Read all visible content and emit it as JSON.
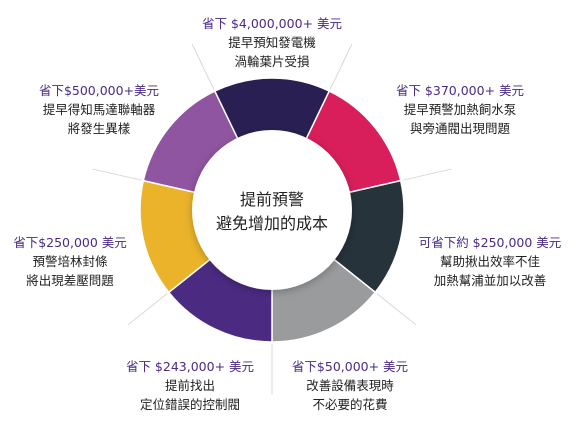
{
  "center": {
    "line1": "提前預警",
    "line2": "避免增加的成本"
  },
  "segments": [
    {
      "id": "turbine",
      "color": "#2a1f52",
      "savings": "省下 $4,000,000+ 美元",
      "desc1": "提早預知發電機",
      "desc2": "渦輪葉片受損"
    },
    {
      "id": "heater-pump",
      "color": "#d81e5b",
      "savings": "省下 $370,000+ 美元",
      "desc1": "提早預警加熱飼水泵",
      "desc2": "與旁通閥出現問題"
    },
    {
      "id": "pump-efficiency",
      "color": "#26333b",
      "savings": "可省下約 $250,000 美元",
      "desc1": "幫助揪出效率不佳",
      "desc2": "加熱幫浦並加以改善"
    },
    {
      "id": "equipment",
      "color": "#9a9b9d",
      "savings": "省下$50,000+ 美元",
      "desc1": "改善設備表現時",
      "desc2": "不必要的花費"
    },
    {
      "id": "control-valve",
      "color": "#4b2a82",
      "savings": "省下 $243,000+ 美元",
      "desc1": "提前找出",
      "desc2": "定位錯誤的控制閥"
    },
    {
      "id": "gland-seal",
      "color": "#eab32a",
      "savings": "省下$250,000 美元",
      "desc1": "預警培林封條",
      "desc2": "將出現差壓問題"
    },
    {
      "id": "motor-coupling",
      "color": "#8f55a0",
      "savings": "省下$500,000+美元",
      "desc1": "提早得知馬達聯軸器",
      "desc2": "將發生異樣"
    }
  ]
}
